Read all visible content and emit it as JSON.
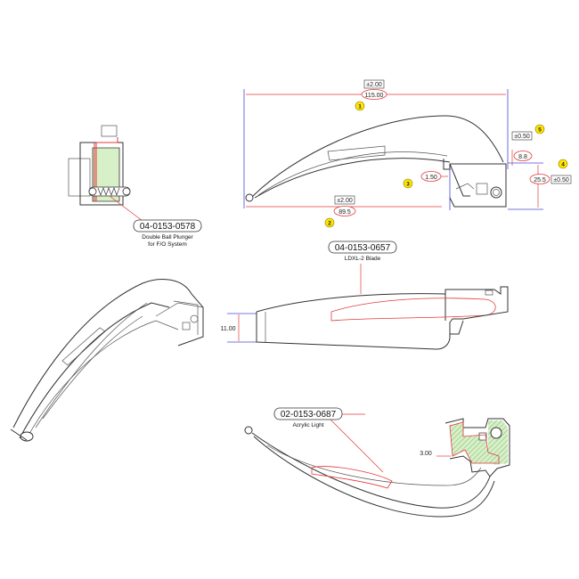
{
  "colors": {
    "outline": "#333333",
    "dimension_line": "#e23a3a",
    "dimension_blue": "#4a4ad6",
    "balloon_fill": "#ffe600",
    "section_green": "#d7f0c8"
  },
  "top_view": {
    "overall_length_tolerance": "±2.00",
    "overall_length": "115.00",
    "lower_length_tolerance": "±2.00",
    "lower_length": "89.5",
    "dim_1_50": "1.50",
    "dim_8_8_tolerance": "±0.50",
    "dim_8_8": "8.8",
    "dim_25_5": "25.5",
    "dim_25_5_tolerance": "±0.50",
    "balloons": [
      "1",
      "2",
      "3",
      "4",
      "5"
    ]
  },
  "callouts": {
    "plunger": {
      "part_number": "04-0153-0578",
      "line1": "Double Ball Plunger",
      "line2": "for F/O System"
    },
    "blade": {
      "part_number": "04-0153-0657",
      "line1": "LDXL-2 Blade"
    },
    "light": {
      "part_number": "02-0153-0687",
      "line1": "Acrylic Light"
    }
  },
  "side_view": {
    "height_dim": "11.00"
  },
  "bottom_view": {
    "gap_dim": "3.00"
  },
  "icons": [
    "laryngoscope-blade-drawing",
    "plunger-section-drawing",
    "acrylic-light-drawing"
  ]
}
